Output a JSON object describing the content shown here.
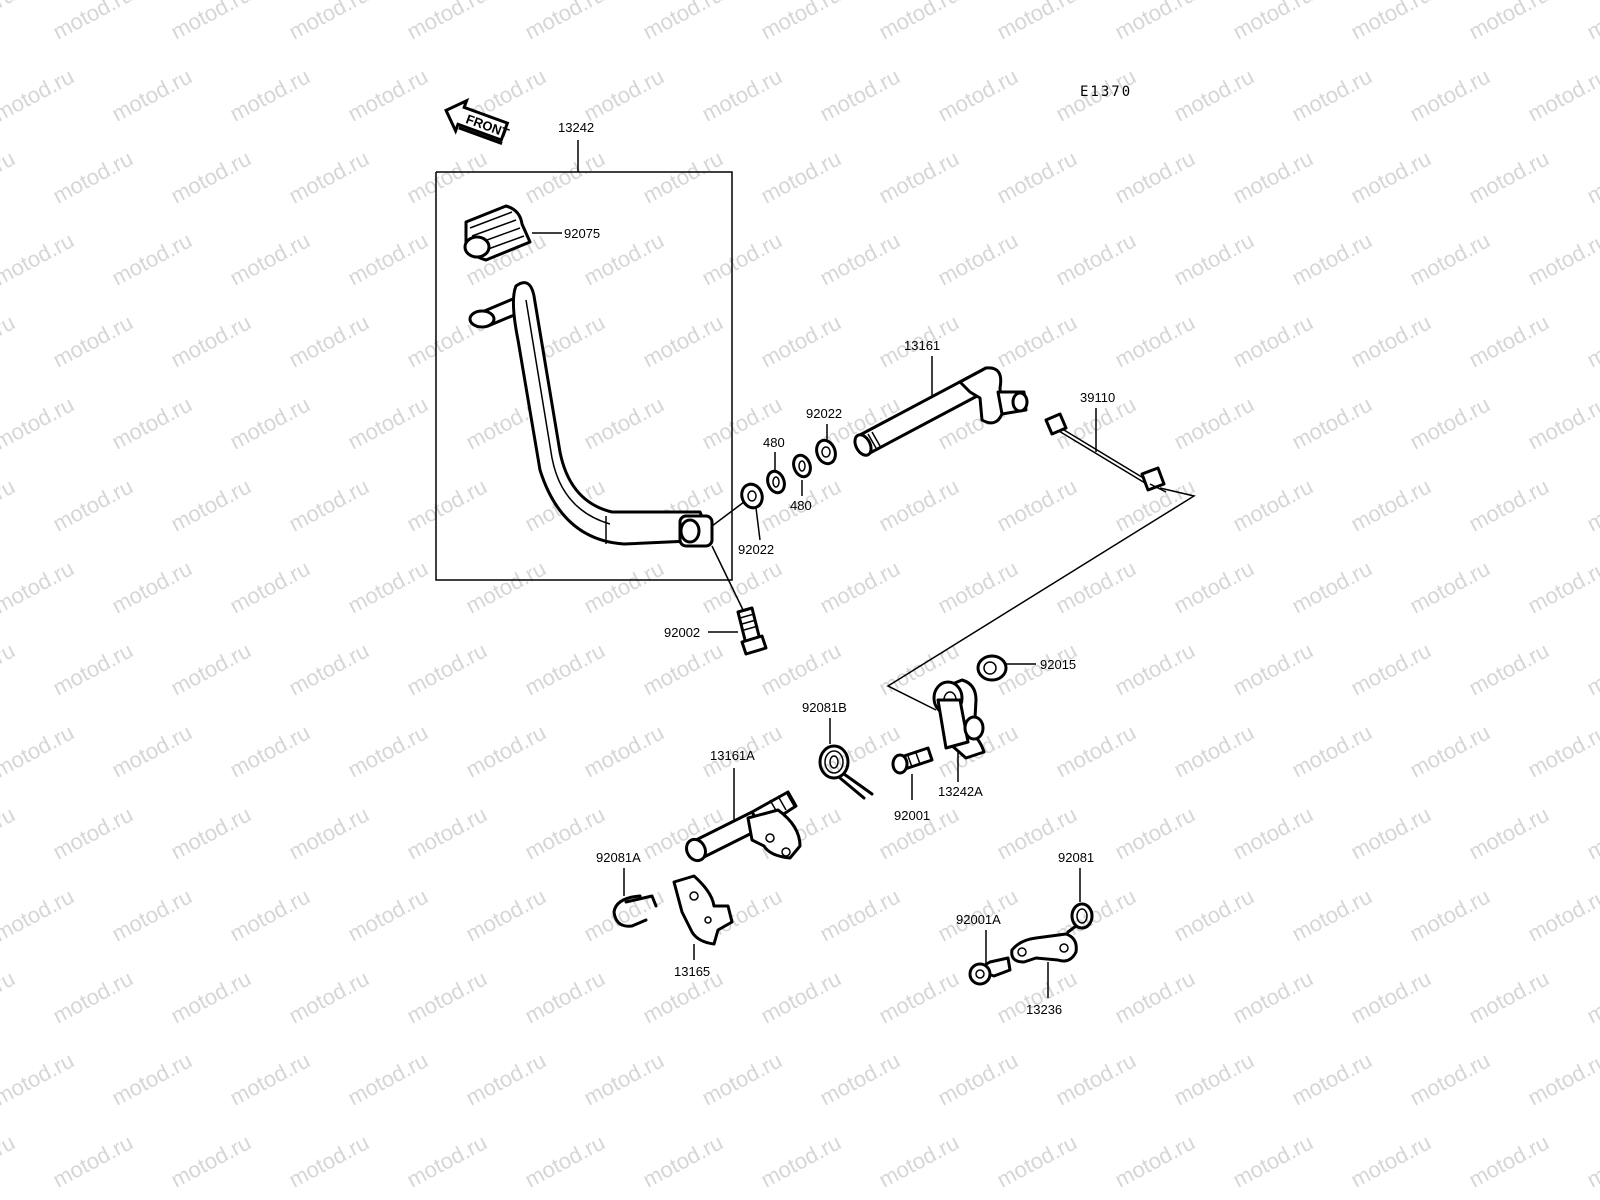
{
  "diagram_code": "E1370",
  "front_arrow_label": "FRONT",
  "watermark": "motod.ru",
  "parts": {
    "p13242": "13242",
    "p92075": "92075",
    "p13161": "13161",
    "p39110": "39110",
    "p92022_top": "92022",
    "p480_top": "480",
    "p480_bottom": "480",
    "p92022_bottom": "92022",
    "p92002": "92002",
    "p92015": "92015",
    "p92081B": "92081B",
    "p13161A": "13161A",
    "p92001": "92001",
    "p13242A": "13242A",
    "p92081A": "92081A",
    "p13165": "13165",
    "p92081": "92081",
    "p92001A": "92001A",
    "p13236": "13236"
  }
}
